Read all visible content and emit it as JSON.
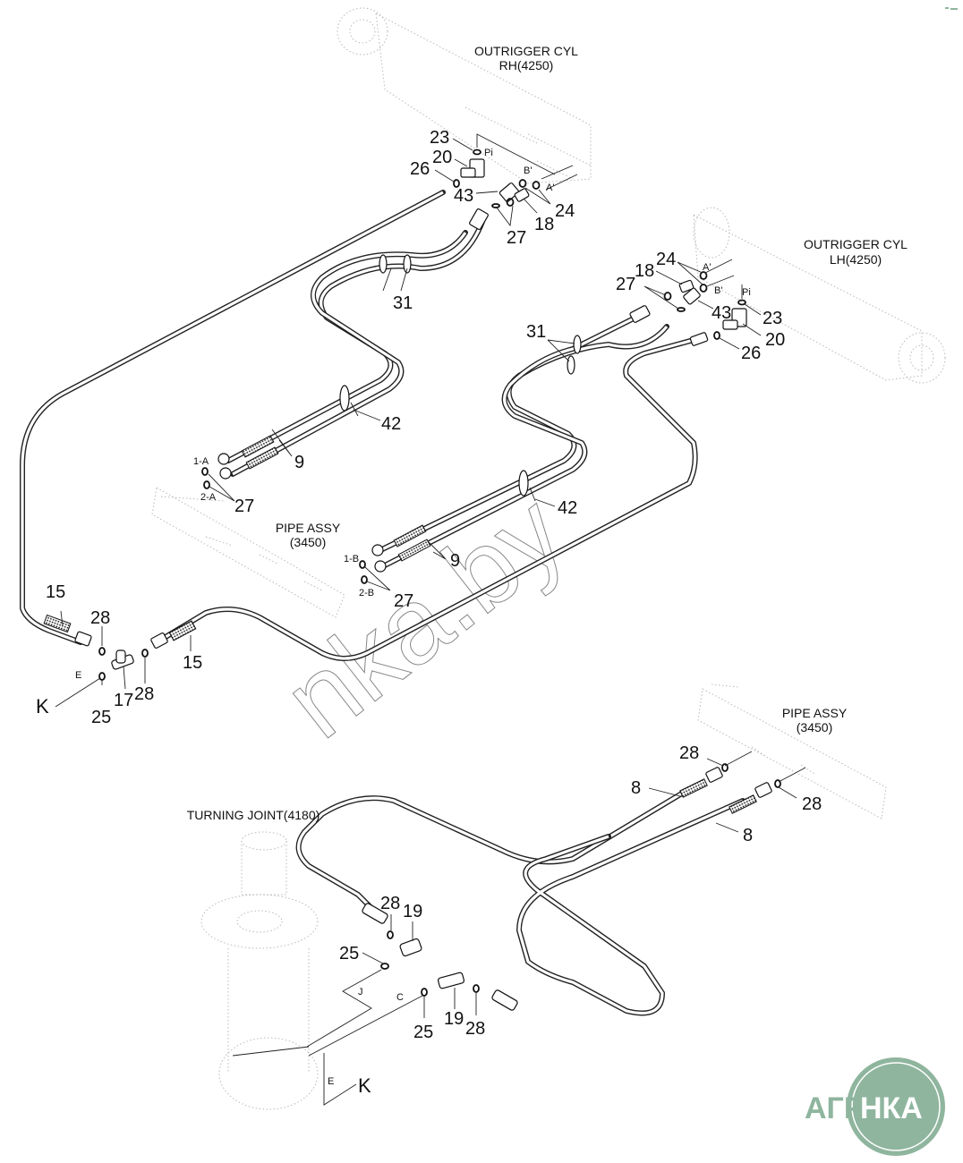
{
  "diagram": {
    "component_labels": {
      "outrigger_rh": [
        "OUTRIGGER CYL",
        "RH(4250)"
      ],
      "outrigger_lh": [
        "OUTRIGGER CYL",
        "LH(4250)"
      ],
      "pipe_assy_upper": [
        "PIPE ASSY",
        "(3450)"
      ],
      "pipe_assy_lower": [
        "PIPE ASSY",
        "(3450)"
      ],
      "turning_joint": "TURNING JOINT(4180)"
    },
    "port_labels": {
      "pi_rh": "Pi",
      "b_rh": "B'",
      "a_rh": "A'",
      "pi_lh": "Pi",
      "b_lh": "B'",
      "a_lh": "A'",
      "p1a": "1-A",
      "p2a": "2-A",
      "p1b": "1-B",
      "p2b": "2-B",
      "e_upper": "E",
      "e_lower": "E",
      "j": "J",
      "c": "C"
    },
    "connection_refs": {
      "k_upper": "K",
      "k_lower": "K"
    },
    "part_numbers": {
      "rh_23": "23",
      "rh_20": "20",
      "rh_26": "26",
      "rh_43": "43",
      "rh_27": "27",
      "rh_18": "18",
      "rh_24": "24",
      "rh_31": "31",
      "rh_42": "42",
      "rh_9": "9",
      "a_27": "27",
      "lh_24": "24",
      "lh_18": "18",
      "lh_27": "27",
      "lh_43": "43",
      "lh_23": "23",
      "lh_20": "20",
      "lh_26": "26",
      "lh_31": "31",
      "lh_42": "42",
      "lh_9": "9",
      "b_27": "27",
      "k_15a": "15",
      "k_28a": "28",
      "k_15b": "15",
      "k_17": "17",
      "k_28b": "28",
      "k_25": "25",
      "p_28a": "28",
      "p_8a": "8",
      "p_8b": "8",
      "p_28b": "28",
      "t_28a": "28",
      "t_19a": "19",
      "t_25a": "25",
      "t_25b": "25",
      "t_19b": "19",
      "t_28b": "28"
    },
    "watermark": "nka.by",
    "logo": {
      "left": "АГРО",
      "right": "НКА",
      "color": "#8fb59e"
    }
  }
}
